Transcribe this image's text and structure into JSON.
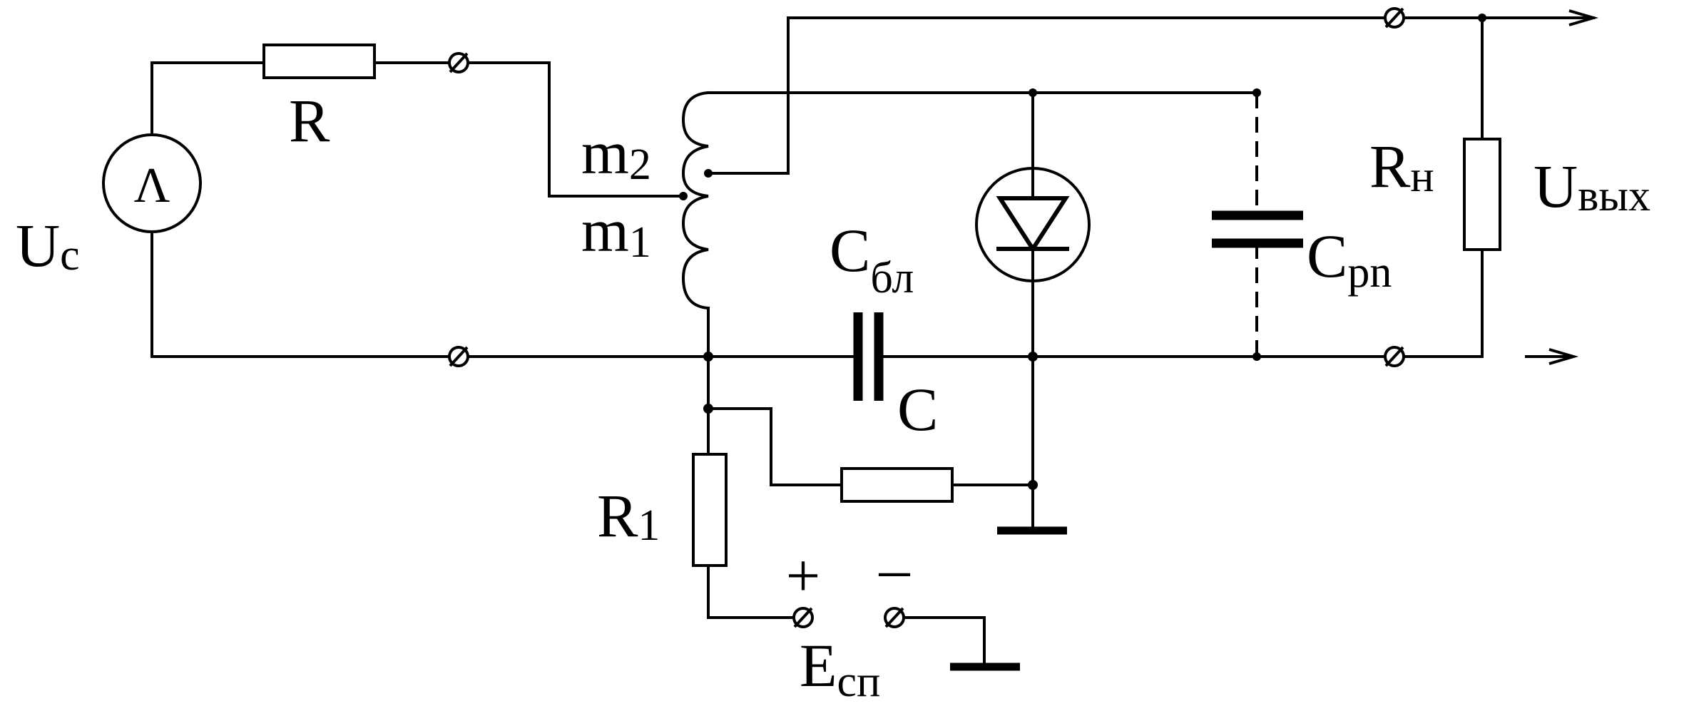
{
  "labels": {
    "source": "U",
    "source_sub": "c",
    "source_symbol": "Λ",
    "r": "R",
    "m2": "m",
    "m2_sub": "2",
    "m1": "m",
    "m1_sub": "1",
    "c_bl": "C",
    "c_bl_sub": "бл",
    "c_bottom": "C",
    "c_pn": "C",
    "c_pn_sub": "pn",
    "r_load": "R",
    "r_load_sub": "н",
    "u_out": "U",
    "u_out_sub": "вых",
    "r1": "R",
    "r1_sub": "1",
    "plus": "+",
    "minus": "–",
    "e_sp": "E",
    "e_sp_sub": "сп"
  }
}
